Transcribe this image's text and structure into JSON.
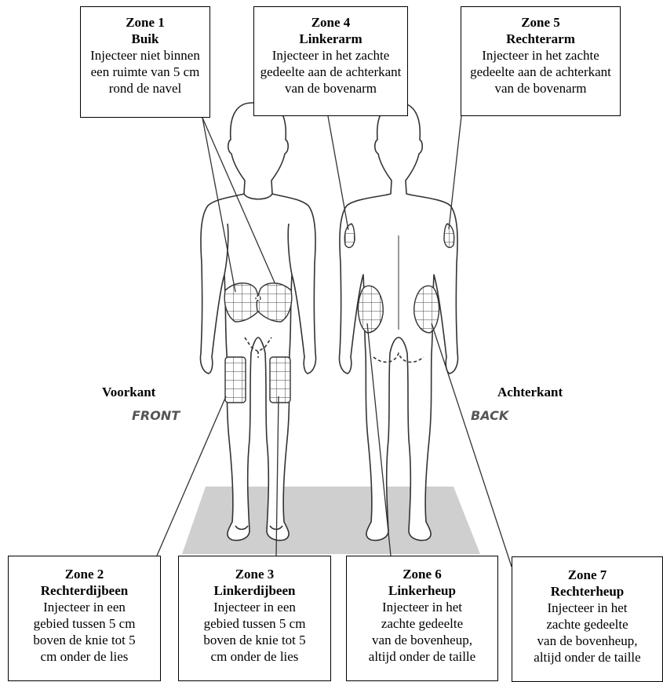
{
  "zones": [
    {
      "id": "zone-1",
      "title": "Zone 1",
      "name": "Buik",
      "desc_lines": [
        "Injecteer niet binnen",
        "een ruimte van 5 cm",
        "rond de navel"
      ]
    },
    {
      "id": "zone-4",
      "title": "Zone 4",
      "name": "Linkerarm",
      "desc_lines": [
        "Injecteer in het zachte",
        "gedeelte aan de achterkant",
        "van de bovenarm"
      ]
    },
    {
      "id": "zone-5",
      "title": "Zone 5",
      "name": "Rechterarm",
      "desc_lines": [
        "Injecteer in het zachte",
        "gedeelte aan de achterkant",
        "van de bovenarm"
      ]
    },
    {
      "id": "zone-2",
      "title": "Zone 2",
      "name": "Rechterdijbeen",
      "desc_lines": [
        "Injecteer in een",
        "gebied tussen 5 cm",
        "boven de knie tot 5",
        "cm onder de lies"
      ]
    },
    {
      "id": "zone-3",
      "title": "Zone 3",
      "name": "Linkerdijbeen",
      "desc_lines": [
        "Injecteer in een",
        "gebied tussen 5 cm",
        "boven de knie tot 5",
        "cm onder de lies"
      ]
    },
    {
      "id": "zone-6",
      "title": "Zone 6",
      "name": "Linkerheup",
      "desc_lines": [
        "Injecteer in het",
        "zachte gedeelte",
        "van de bovenheup,",
        "altijd onder de taille"
      ]
    },
    {
      "id": "zone-7",
      "title": "Zone 7",
      "name": "Rechterheup",
      "desc_lines": [
        "Injecteer in het",
        "zachte gedeelte",
        "van de bovenheup,",
        "altijd onder de taille"
      ]
    }
  ],
  "views": {
    "front_nl": "Voorkant",
    "front_en": "FRONT",
    "back_nl": "Achterkant",
    "back_en": "BACK"
  },
  "colors": {
    "floor": "#cfcfcf",
    "outline": "#333333",
    "box_border": "#000000"
  }
}
